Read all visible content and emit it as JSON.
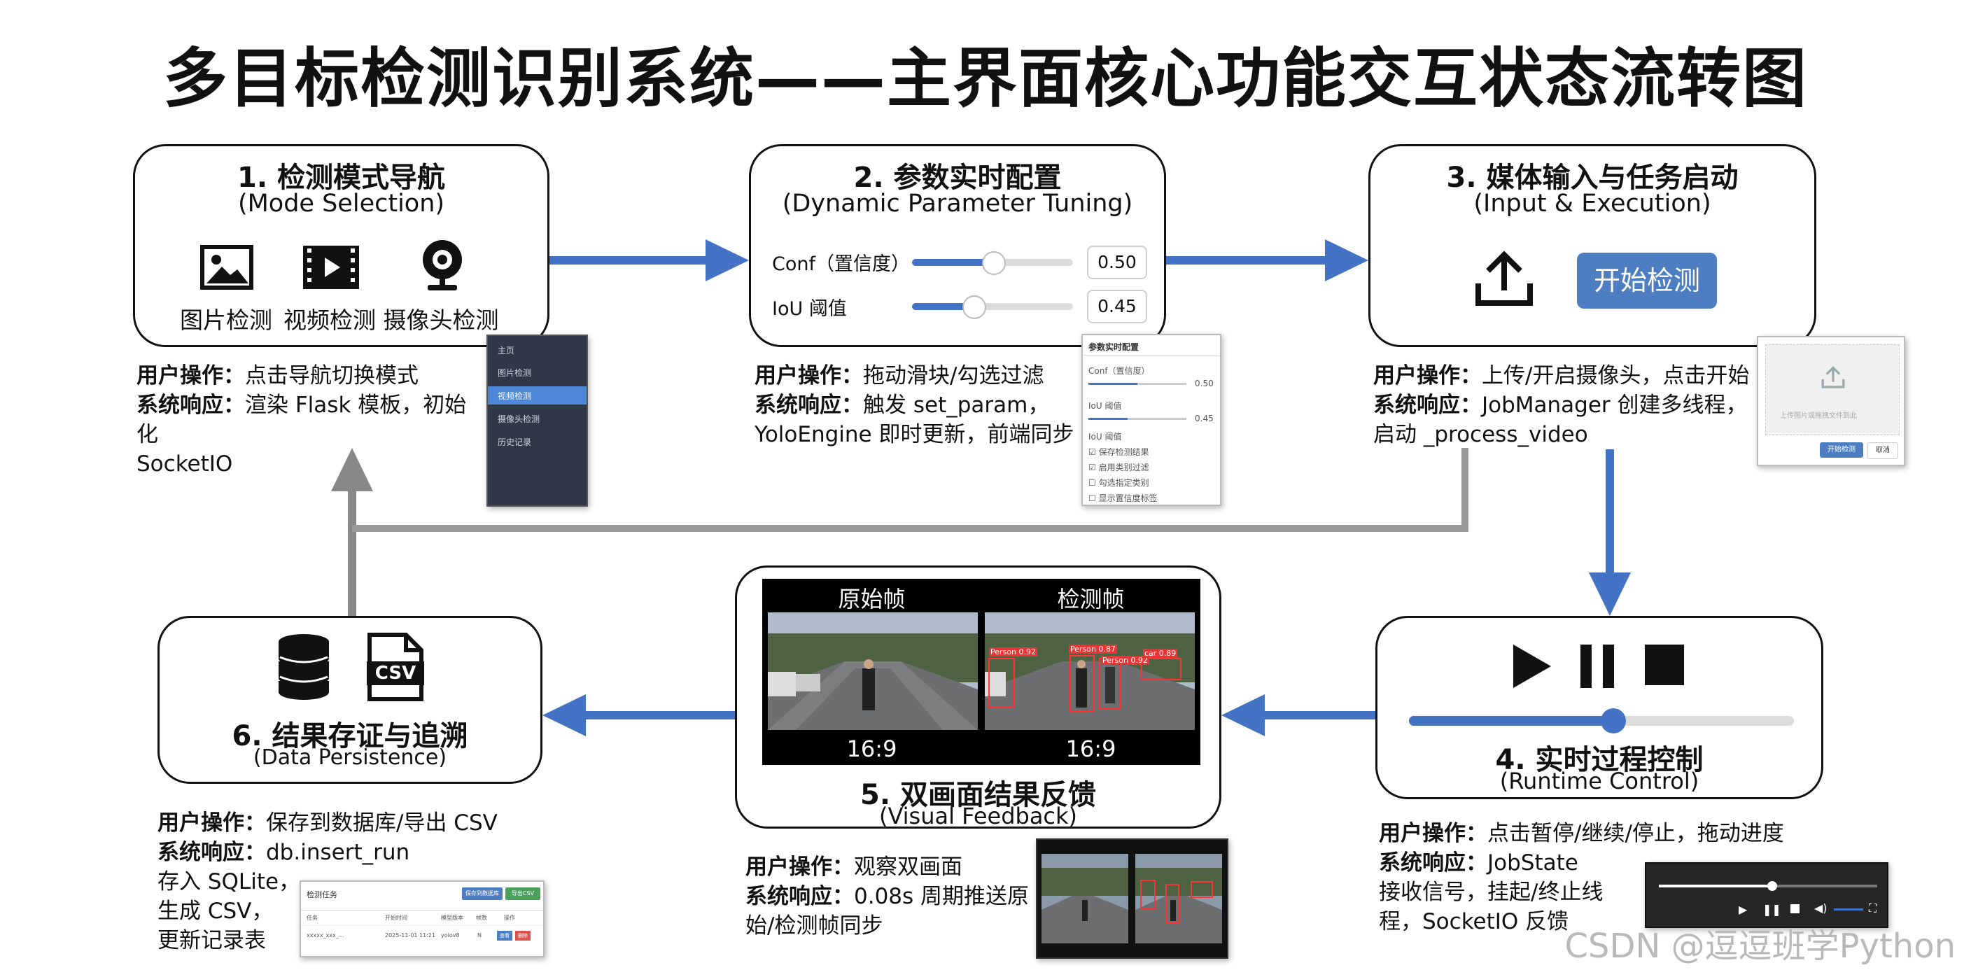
{
  "title": "多目标检测识别系统——主界面核心功能交互状态流转图",
  "colors": {
    "arrow_blue": "#4472c4",
    "arrow_gray": "#888888",
    "button_blue": "#4e7ec2"
  },
  "steps": {
    "s1": {
      "title": "1. 检测模式导航",
      "subtitle": "(Mode Selection)",
      "icons": [
        "image-icon",
        "video-icon",
        "webcam-icon"
      ],
      "labels": [
        "图片检测",
        "视频检测",
        "摄像头检测"
      ],
      "op_label": "用户操作：",
      "op_text": "点击导航切换模式",
      "resp_label": "系统响应：",
      "resp_text": "渲染 Flask 模板，初始化",
      "resp_text2": "SocketIO",
      "menu": [
        "主页",
        "图片检测",
        "视频检测",
        "摄像头检测",
        "历史记录"
      ],
      "menu_active": 2
    },
    "s2": {
      "title": "2. 参数实时配置",
      "subtitle": "(Dynamic Parameter Tuning)",
      "sliders": [
        {
          "label": "Conf（置信度）",
          "value": "0.50",
          "fraction": 0.5
        },
        {
          "label": "IoU 阈值",
          "value": "0.45",
          "fraction": 0.38
        }
      ],
      "op_label": "用户操作：",
      "op_text": "拖动滑块/勾选过滤",
      "resp_label": "系统响应：",
      "resp_text": "触发 set_param，",
      "resp_text2": "YoloEngine 即时更新，前端同步",
      "panel_title": "参数实时配置",
      "panel_conf": "Conf（置信度）",
      "panel_conf_val": "0.50",
      "panel_iou": "IoU 阈值",
      "panel_iou_val": "0.45",
      "panel_checks": [
        "保存检测结果",
        "启用类别过滤",
        "勾选指定类别",
        "显示置信度标签"
      ]
    },
    "s3": {
      "title": "3. 媒体输入与任务启动",
      "subtitle": "(Input & Execution)",
      "button": "开始检测",
      "op_label": "用户操作：",
      "op_text": "上传/开启摄像头，点击开始",
      "resp_label": "系统响应：",
      "resp_text": "JobManager 创建多线程，",
      "resp_text2": "启动 _process_video",
      "dialog_text": "上传图片或拖拽文件到此",
      "dialog_btn1": "开始检测",
      "dialog_btn2": "取消"
    },
    "s4": {
      "title": "4. 实时过程控制",
      "subtitle": "(Runtime Control)",
      "progress": 0.53,
      "op_label": "用户操作：",
      "op_text": "点击暂停/继续/停止，拖动进度",
      "resp_label": "系统响应：",
      "resp_text": "JobState",
      "resp_text2": "接收信号，挂起/终止线",
      "resp_text3": "程，SocketIO 反馈",
      "mini_progress": 0.52
    },
    "s5": {
      "title": "5. 双画面结果反馈",
      "subtitle": "(Visual Feedback)",
      "left_label": "原始帧",
      "right_label": "检测帧",
      "ratio_left": "16:9",
      "ratio_right": "16:9",
      "detections": [
        "Person 0.92",
        "Person 0.87",
        "Person 0.92",
        "car 0.89"
      ],
      "op_label": "用户操作：",
      "op_text": "观察双画面",
      "resp_label": "系统响应：",
      "resp_text": "0.08s 周期推送原",
      "resp_text2": "始/检测帧同步"
    },
    "s6": {
      "title": "6. 结果存证与追溯",
      "subtitle": "(Data Persistence)",
      "csv_label": "CSV",
      "op_label": "用户操作：",
      "op_text": "保存到数据库/导出 CSV",
      "resp_label": "系统响应：",
      "resp_text": "db.insert_run",
      "resp_text2": "存入 SQLite，",
      "resp_text3": "生成 CSV，",
      "resp_text4": "更新记录表",
      "table_title": "检测任务",
      "table_btn1": "保存到数据库",
      "table_btn2": "导出CSV",
      "table_headers": [
        "任务",
        "开始时间",
        "模型版本",
        "帧数",
        "操作"
      ],
      "table_row": [
        "xxxxx_xxx_...",
        "2025-11-01 11:21",
        "yolov8",
        "N",
        "查看",
        "删除"
      ]
    }
  },
  "watermark": "CSDN @逗逗班学Python"
}
